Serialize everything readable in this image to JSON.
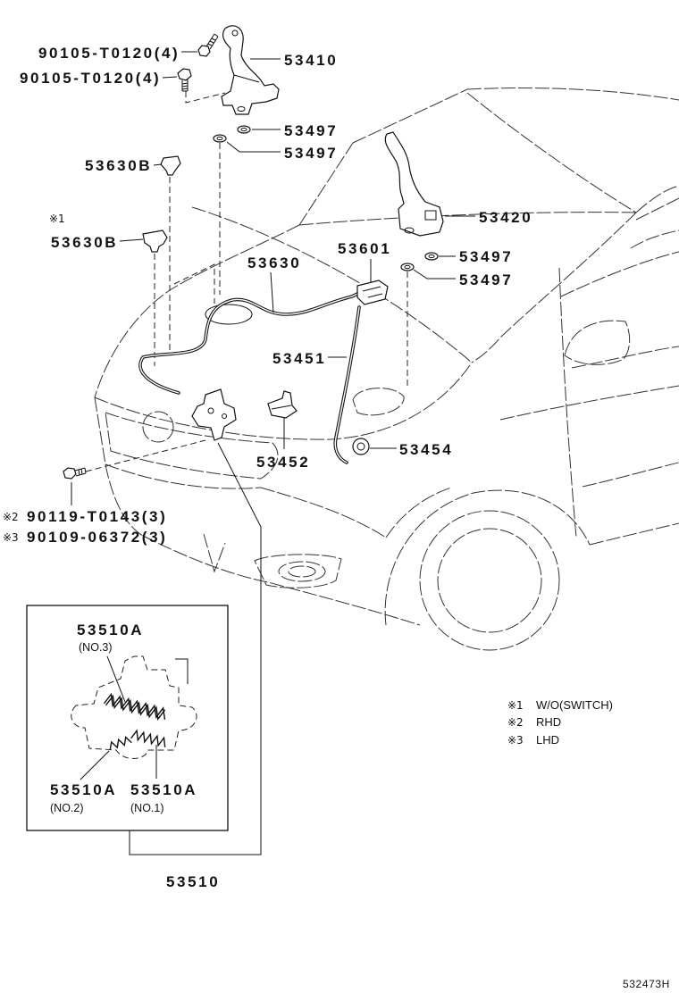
{
  "callouts": [
    "90105-T0120(4)",
    "90105-T0120(4)",
    "53410",
    "53497",
    "53497",
    "53630B",
    "53630B",
    "53420",
    "53497",
    "53497",
    "53601",
    "53630",
    "53451",
    "53454",
    "53452"
  ],
  "note_marks": {
    "clip": "※1"
  },
  "lock_bolts": [
    {
      "mark": "※2",
      "part": "90119-T0143(3)"
    },
    {
      "mark": "※3",
      "part": "90109-06372(3)"
    }
  ],
  "inset": {
    "springs": [
      {
        "part": "53510A",
        "sub": "(NO.3)"
      },
      {
        "part": "53510A",
        "sub": "(NO.2)"
      },
      {
        "part": "53510A",
        "sub": "(NO.1)"
      }
    ],
    "assembly": "53510"
  },
  "legend": [
    {
      "mark": "※1",
      "text": "W/O(SWITCH)"
    },
    {
      "mark": "※2",
      "text": "RHD"
    },
    {
      "mark": "※3",
      "text": "LHD"
    }
  ],
  "figure_id": "532473H"
}
